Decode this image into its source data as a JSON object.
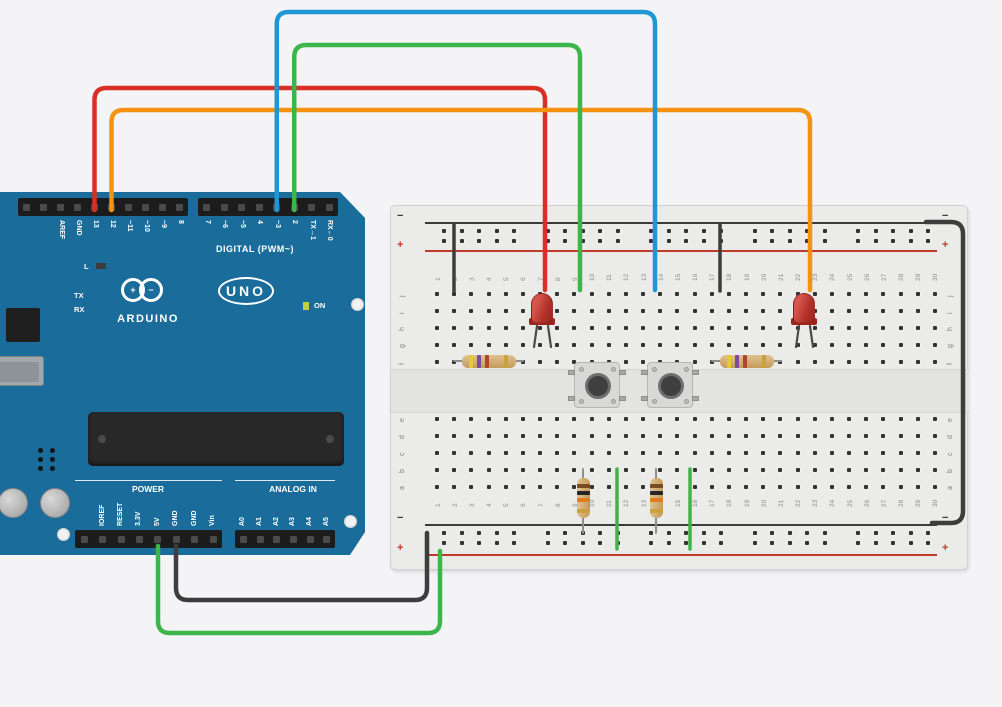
{
  "canvas": {
    "background": "#f4f4f6"
  },
  "arduino": {
    "name": "Arduino Uno",
    "board_color": "#1a6c9a",
    "digital_label": "DIGITAL (PWM~)",
    "top_pins_left": [
      "AREF",
      "GND",
      "13",
      "12",
      "~11",
      "~10",
      "~9",
      "8"
    ],
    "top_pins_right": [
      "7",
      "~6",
      "~5",
      "4",
      "~3",
      "2",
      "TX→1",
      "RX←0"
    ],
    "onboard_labels": {
      "l": "L",
      "tx": "TX",
      "rx": "RX",
      "on": "ON"
    },
    "logo_plus": "+",
    "logo_minus": "−",
    "brand": "ARDUINO",
    "model": "UNO",
    "power_label": "POWER",
    "analog_label": "ANALOG IN",
    "power_pins": [
      "IOREF",
      "RESET",
      "3.3V",
      "5V",
      "GND",
      "GND",
      "Vin"
    ],
    "analog_pins": [
      "A0",
      "A1",
      "A2",
      "A3",
      "A4",
      "A5"
    ]
  },
  "breadboard": {
    "column_labels": [
      "1",
      "2",
      "3",
      "4",
      "5",
      "6",
      "7",
      "8",
      "9",
      "10",
      "11",
      "12",
      "13",
      "14",
      "15",
      "16",
      "17",
      "18",
      "19",
      "20",
      "21",
      "22",
      "23",
      "24",
      "25",
      "26",
      "27",
      "28",
      "29",
      "30"
    ],
    "row_labels_top": [
      "j",
      "i",
      "h",
      "g",
      "f"
    ],
    "row_labels_bottom": [
      "e",
      "d",
      "c",
      "b",
      "a"
    ],
    "rail_minus_symbol": "−",
    "rail_plus_symbol": "+",
    "rail_minus_color": "#3b3b3b",
    "rail_plus_color": "#c0392b"
  },
  "components": {
    "led1": {
      "type": "LED",
      "color": "#b13128"
    },
    "led2": {
      "type": "LED",
      "color": "#b13128"
    },
    "resistor1": {
      "type": "resistor",
      "orientation": "horizontal",
      "body_color": "#d3ac70",
      "bands": [
        "#e3c83c",
        "#7d4a9e",
        "#b0452f",
        "#c9a23b"
      ]
    },
    "resistor2": {
      "type": "resistor",
      "orientation": "horizontal",
      "body_color": "#d3ac70",
      "bands": [
        "#e3c83c",
        "#7d4a9e",
        "#b0452f",
        "#c9a23b"
      ]
    },
    "resistor3": {
      "type": "resistor",
      "orientation": "vertical",
      "body_color": "#d3ac70",
      "bands": [
        "#7a4a22",
        "#262626",
        "#e07b20",
        "#c9a23b"
      ]
    },
    "resistor4": {
      "type": "resistor",
      "orientation": "vertical",
      "body_color": "#d3ac70",
      "bands": [
        "#7a4a22",
        "#262626",
        "#e07b20",
        "#c9a23b"
      ]
    },
    "button1": {
      "type": "pushbutton",
      "base_color": "#d8d8d6",
      "cap_color": "#3f3f3f"
    },
    "button2": {
      "type": "pushbutton",
      "base_color": "#d8d8d6",
      "cap_color": "#3f3f3f"
    }
  },
  "wires": {
    "red": {
      "color": "#d93025",
      "from": "pin 13",
      "to": "breadboard top block"
    },
    "orange": {
      "color": "#f59211",
      "from": "pin 12",
      "to": "breadboard top block"
    },
    "blue": {
      "color": "#1f97d4",
      "from": "pin ~3",
      "to": "breadboard top block"
    },
    "green_signal": {
      "color": "#3cb54a",
      "from": "pin 2",
      "to": "breadboard top block"
    },
    "green_power": {
      "color": "#3cb54a",
      "from": "5V",
      "to": "bottom + rail"
    },
    "black_ground": {
      "color": "#3d3d3d",
      "from": "GND",
      "to": "bottom − rail"
    },
    "black_rail_link": {
      "color": "#3d3d3d",
      "from": "top − rail",
      "to": "bottom − rail"
    },
    "jumper_black": {
      "color": "#3d3d3d",
      "from": "top − rail",
      "to": "row j"
    },
    "jumper_green": {
      "color": "#3cb54a",
      "from": "row b",
      "to": "bottom rail"
    }
  }
}
